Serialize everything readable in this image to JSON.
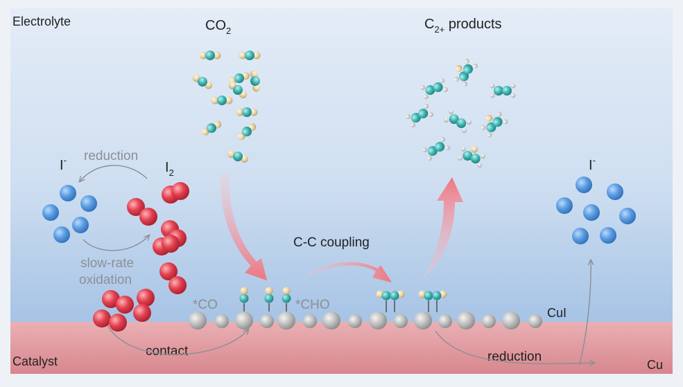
{
  "regions": {
    "electrolyte": "Electrolyte",
    "catalyst": "Catalyst",
    "cu": "Cu",
    "cui": "CuI"
  },
  "labels": {
    "co2_main": "CO",
    "co2_sub": "2",
    "c2_main": "C",
    "c2_sub": "2+",
    "c2_rest": " products",
    "iodide_left_main": "I",
    "iodide_left_sup": "-",
    "iodine_main": "I",
    "iodine_sub": "2",
    "iodide_right_main": "I",
    "iodide_right_sup": "-",
    "reduction_top": "reduction",
    "slow_rate_1": "slow-rate",
    "slow_rate_2": "oxidation",
    "co_adsorbate": "*CO",
    "cho_adsorbate": "*CHO",
    "cc_coupling": "C-C coupling",
    "contact": "contact",
    "reduction_bottom": "reduction"
  },
  "colors": {
    "electrolyte_top": "#e3ebf6",
    "electrolyte_bottom": "#a9c6e6",
    "catalyst_top": "#e9a9ae",
    "catalyst_bottom": "#d98087",
    "iodide": "#4f8fd4",
    "iodine": "#dd3a48",
    "copper_atom": "#b8b8b8",
    "carbon": "#3fb6b4",
    "oxygen": "#e6d2a6",
    "hydrogen": "#d8d8d8",
    "arrow_pink": "#ef7f8c"
  }
}
